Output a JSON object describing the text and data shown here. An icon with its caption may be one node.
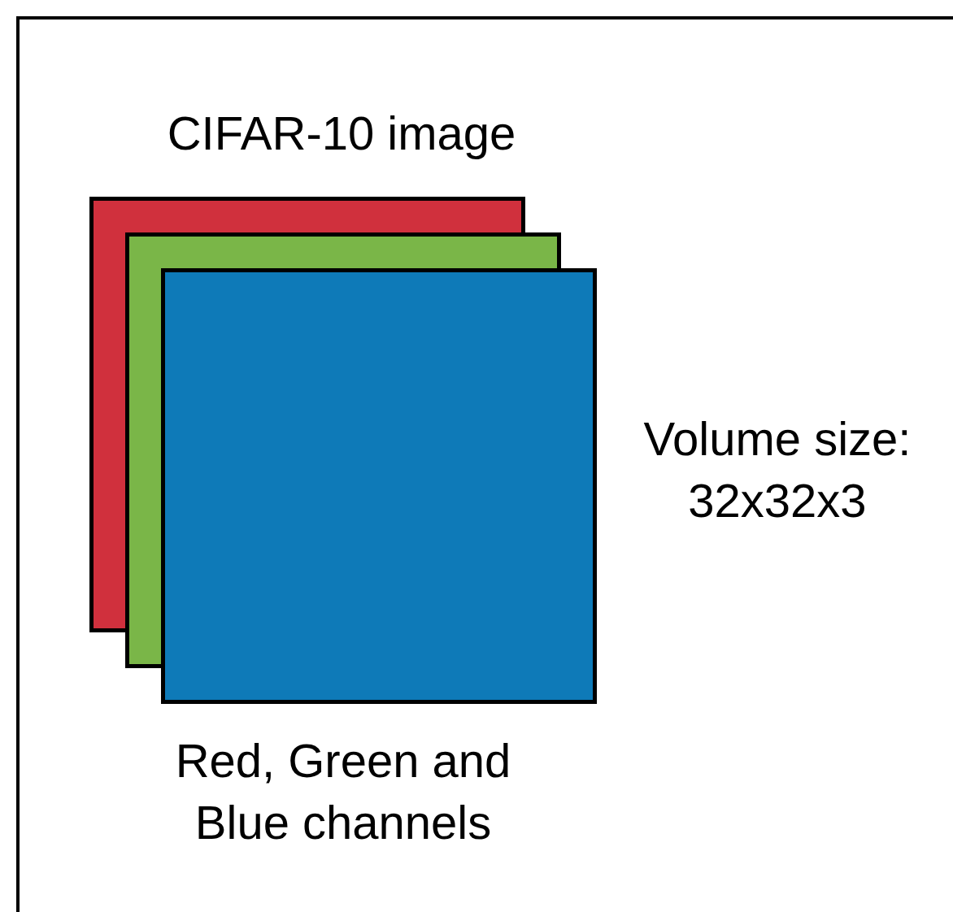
{
  "diagram": {
    "nodes": [
      {
        "text": [],
        "shape": "box"
      },
      {
        "text": [],
        "shape": "box"
      },
      {
        "text": [],
        "shape": "box"
      }
    ],
    "labels": [
      "CIFAR-10 image",
      "Volume size: 32x32x3",
      "Red, Green and Blue channels"
    ]
  }
}
